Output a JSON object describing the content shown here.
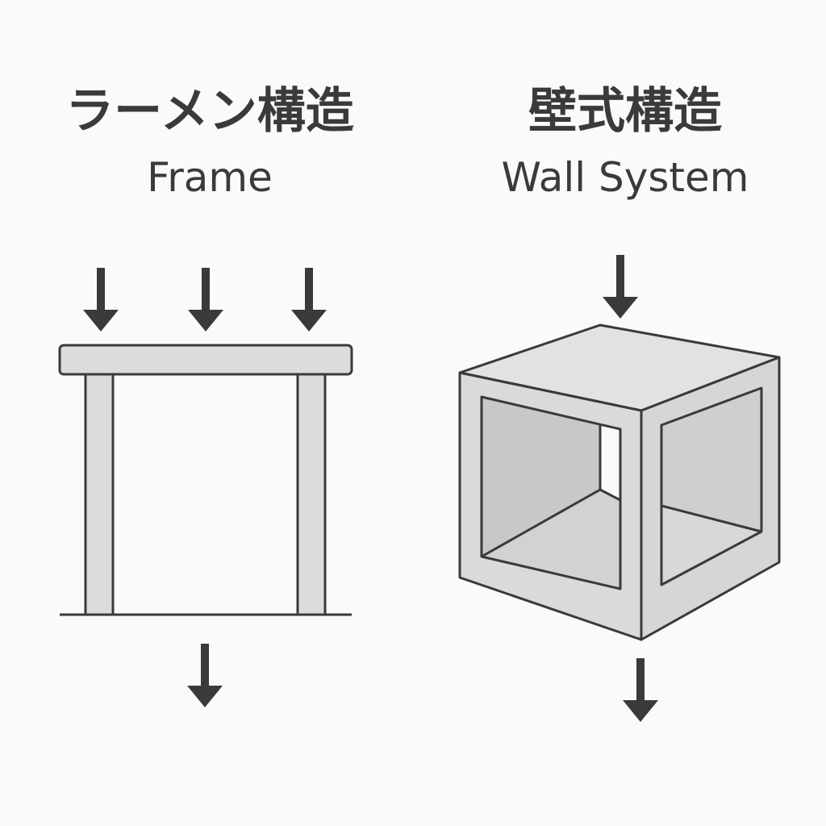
{
  "frame": {
    "title_ja": "ラーメン構造",
    "title_en": "Frame",
    "load_arrows_down": 3,
    "reaction_arrows_down": 1
  },
  "wall": {
    "title_ja": "壁式構造",
    "title_en": "Wall System",
    "load_arrows_down": 1,
    "reaction_arrows_down": 1
  },
  "colors": {
    "background": "#fafafa",
    "stroke": "#3a3a3a",
    "member_fill": "#dcdcdc",
    "face_light": "#e2e2e2",
    "face_mid": "#d6d6d6",
    "interior_dark": "#c8c8c8",
    "interior_floor": "#d2d2d2"
  }
}
